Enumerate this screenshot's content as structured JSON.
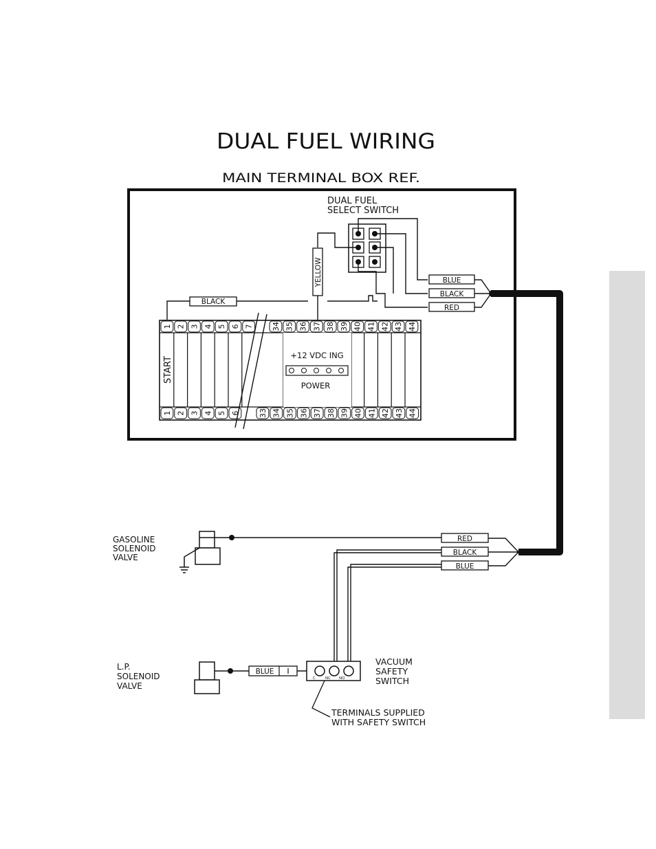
{
  "diagram": {
    "title": "DUAL FUEL WIRING",
    "subtitle": "MAIN TERMINAL BOX REF.",
    "switch_label_line1": "DUAL FUEL",
    "switch_label_line2": "SELECT SWITCH",
    "wire_yellow": "YELLOW",
    "wire_black_top": "BLACK",
    "harness_top": {
      "blue": "BLUE",
      "black": "BLACK",
      "red": "RED"
    },
    "harness_bottom": {
      "red": "RED",
      "black": "BLACK",
      "blue": "BLUE"
    },
    "terminal_strip": {
      "start_label": "START",
      "power_label": "+12 VDC ING",
      "power_sub": "POWER",
      "top_terminals_left": [
        "1",
        "2",
        "3",
        "4",
        "5",
        "6",
        "7"
      ],
      "top_terminals_right": [
        "34",
        "35",
        "36",
        "37",
        "38",
        "39",
        "40",
        "41",
        "42",
        "43",
        "44"
      ],
      "bottom_terminals_left": [
        "1",
        "2",
        "3",
        "4",
        "5",
        "6"
      ],
      "bottom_terminals_right": [
        "33",
        "34",
        "35",
        "36",
        "37",
        "38",
        "39",
        "40",
        "41",
        "42",
        "43",
        "44"
      ]
    },
    "gasoline_valve": [
      "GASOLINE",
      "SOLENOID",
      "VALVE"
    ],
    "lp_valve": [
      "L.P.",
      "SOLENOID",
      "VALVE"
    ],
    "lp_wire": "BLUE",
    "vacuum_switch": [
      "VACUUM",
      "SAFETY",
      "SWITCH"
    ],
    "vacuum_terminals": [
      "C",
      "NC",
      "NO"
    ],
    "terminals_note": [
      "TERMINALS SUPPLIED",
      "WITH SAFETY SWITCH"
    ]
  },
  "colors": {
    "ink": "#111111",
    "tab": "#dcdcdc"
  }
}
